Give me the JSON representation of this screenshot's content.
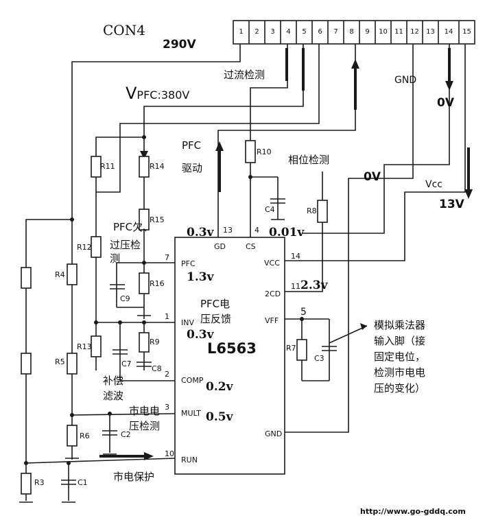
{
  "connector": {
    "name": "CON4",
    "pins": [
      "1",
      "2",
      "3",
      "4",
      "5",
      "6",
      "7",
      "8",
      "9",
      "10",
      "11",
      "12",
      "13",
      "14",
      "15"
    ]
  },
  "ic": {
    "name": "L6563",
    "pins": {
      "pfc": "PFC",
      "inv": "INV",
      "comp": "COMP",
      "mult": "MULT",
      "run": "RUN",
      "gd": "GD",
      "cs": "CS",
      "vcc": "VCC",
      "zcd": "2CD",
      "vff": "VFF",
      "gnd": "GND"
    },
    "pin_numbers": {
      "gd": "13",
      "cs": "4",
      "pfc": "7",
      "inv": "1",
      "comp": "2",
      "mult": "3",
      "run": "10",
      "vcc": "14",
      "zcd": "11",
      "vff": "5"
    }
  },
  "voltages": {
    "v290": "290V",
    "vpfc_v": "V",
    "vpfc_rest": "PFC:380V",
    "v0_top": "0V",
    "v0_mid": "0V",
    "v13": "13V",
    "gd": "0.3v",
    "cs": "0.01v",
    "pfc": "1.3v",
    "inv": "0.3v",
    "comp": "0.2v",
    "mult": "0.5v",
    "zcd": "2.3v"
  },
  "labels": {
    "overcurrent": "过流检测",
    "gnd": "GND",
    "vcc": "Vcc",
    "pfc_drive_1": "PFC",
    "pfc_drive_2": "驱动",
    "phase_detect": "相位检测",
    "pfc_ov_1": "PFC欠、",
    "pfc_ov_2": "过压检",
    "pfc_ov_3": "测",
    "pfc_fb_1": "PFC电",
    "pfc_fb_2": "压反馈",
    "comp_1": "补偿",
    "comp_2": "滤波",
    "mains_det_1": "市电电",
    "mains_det_2": "压检测",
    "mains_prot": "市电保护",
    "mult_in_1": "模拟乘法器",
    "mult_in_2": "输入脚（接",
    "mult_in_3": "固定电位，",
    "mult_in_4": "检测市电电",
    "mult_in_5": "压的变化）",
    "url": "http://www.go-gddq.com"
  },
  "components": {
    "r11": "R11",
    "r14": "R14",
    "r15": "R15",
    "r12": "R12",
    "r16": "R16",
    "c9": "C9",
    "r4": "R4",
    "r13": "R13",
    "c7": "C7",
    "r9": "R9",
    "c8": "C8",
    "r5": "R5",
    "r6": "R6",
    "c2": "C2",
    "r3": "R3",
    "c1": "C1",
    "r10": "R10",
    "c4": "C4",
    "r8": "R8",
    "r7": "R7",
    "c3": "C3"
  }
}
